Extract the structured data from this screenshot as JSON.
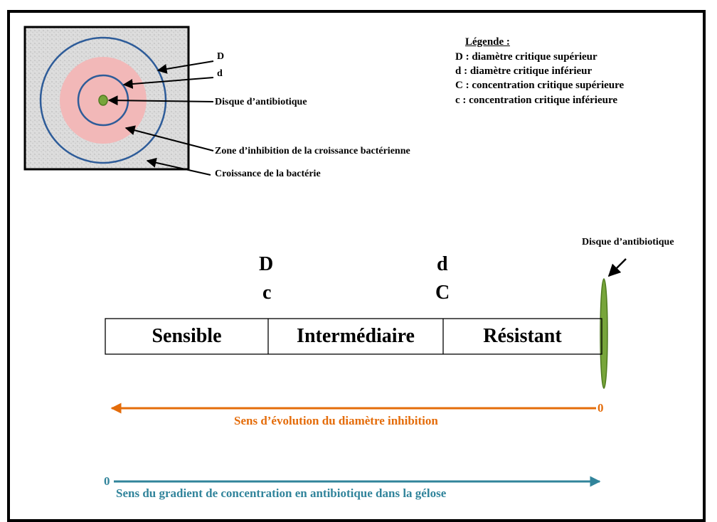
{
  "legend": {
    "title": "Légende :",
    "lines": [
      "D : diamètre critique supérieur",
      "d : diamètre critique inférieur",
      "C : concentration critique supérieure",
      "c : concentration critique inférieure"
    ]
  },
  "petri_callouts": {
    "D": "D",
    "d": "d",
    "disc": "Disque d’antibiotique",
    "inhibition_zone": "Zone d’inhibition  de la croissance bactérienne",
    "growth": "Croissance de la bactérie"
  },
  "scale": {
    "disc_label": "Disque d’antibiotique",
    "marker_left_top": "D",
    "marker_left_bottom": "c",
    "marker_right_top": "d",
    "marker_right_bottom": "C",
    "categories": [
      "Sensible",
      "Intermédiaire",
      "Résistant"
    ]
  },
  "arrows": {
    "diameter": {
      "text": "Sens d’évolution du diamètre inhibition",
      "zero": "0",
      "color": "#e46c0a"
    },
    "concentration": {
      "text": "Sens du gradient de concentration en antibiotique  dans la gélose",
      "zero": "0",
      "color": "#31849b"
    }
  },
  "colors": {
    "ring": "#2e5c99",
    "inhibition_fill": "#f2b8b8",
    "disc_fill": "#77a53a",
    "agar": "#d9d9d9"
  }
}
